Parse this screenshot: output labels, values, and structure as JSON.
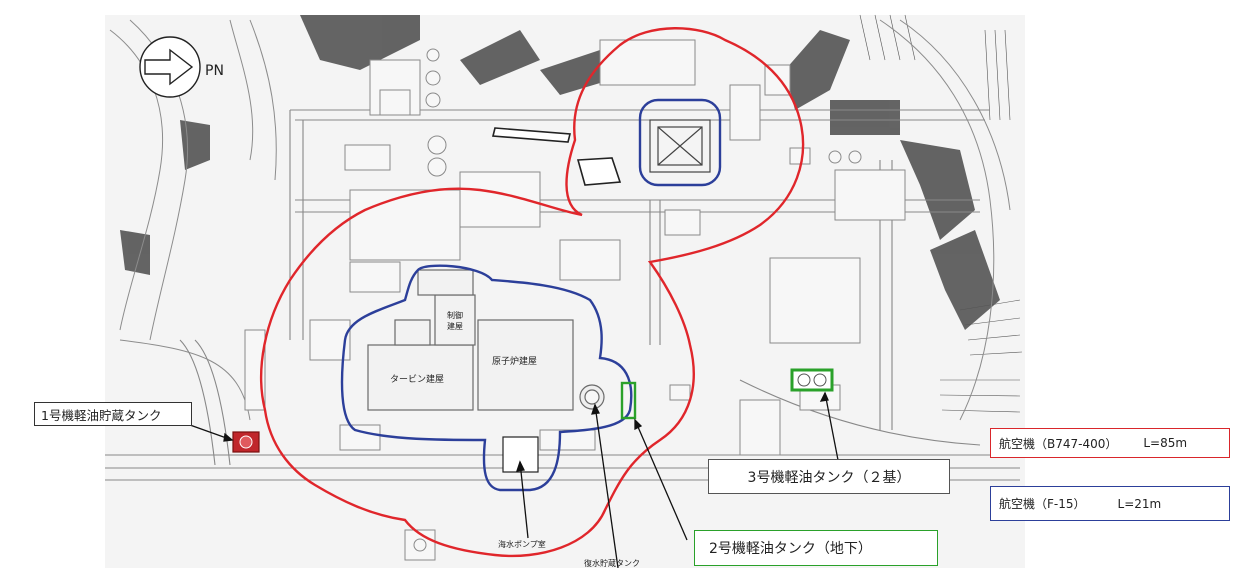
{
  "compass": {
    "label": "PN",
    "icon": "north-arrow-icon"
  },
  "buildings": {
    "turbine": "タービン建屋",
    "reactor": "原子炉建屋",
    "control": "制御\n建屋",
    "seawater_pump": "海水ポンプ室",
    "bottom_cut": "復水貯蔵タンク"
  },
  "callouts": {
    "unit1_tank": "1号機軽油貯蔵タンク",
    "unit3_tank": "3号機軽油タンク（２基）",
    "unit2_tank": "2号機軽油タンク（地下）"
  },
  "legend": [
    {
      "name": "航空機（B747-400）",
      "length": "L=85m",
      "color": "#d9262b"
    },
    {
      "name": "航空機（F-15）",
      "length": "L=21m",
      "color": "#2c3f9a"
    }
  ],
  "colors": {
    "red_zone": "#e0262b",
    "blue_zone": "#2c3f9a",
    "green_marker": "#2aa12a",
    "unit1_marker": "#c0262b",
    "map_line": "#9a9a9a"
  }
}
